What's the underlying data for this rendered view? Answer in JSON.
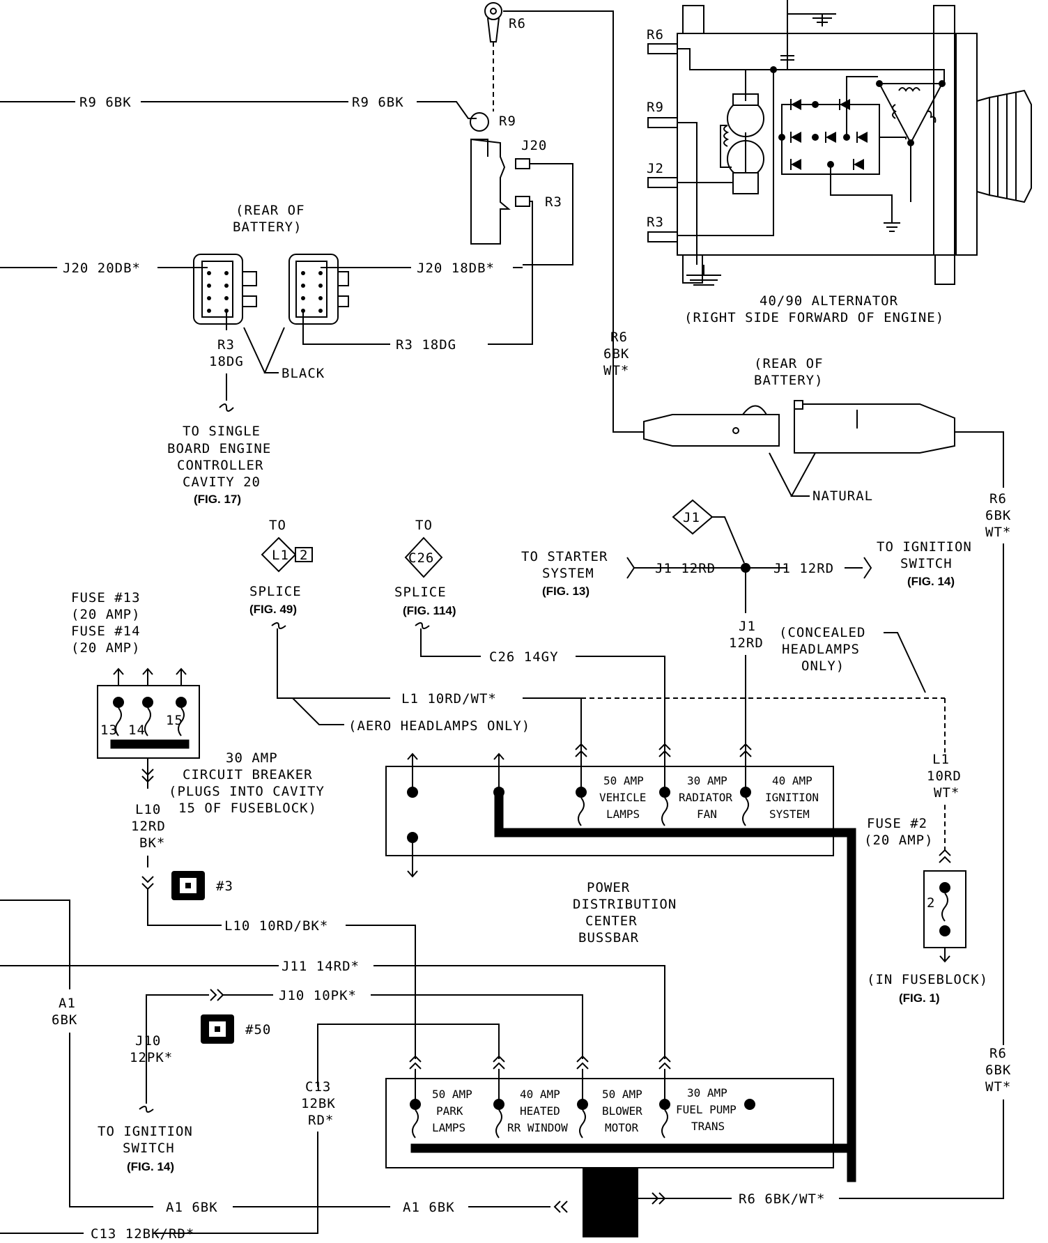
{
  "wires": {
    "r9_6bk": "R9 6BK",
    "r9": "R9",
    "r6": "R6",
    "r6_6bk_wt": "R6 6BK/WT*",
    "r6_a": "R6",
    "r6_b": "6BK",
    "r6_c": "WT*",
    "j20": "J20",
    "r3": "R3",
    "j20_20db": "J20 20DB*",
    "j20_18db": "J20 18DB*",
    "r3_18dg": "R3 18DG",
    "r3_a": "R3",
    "r3_b": "18DG",
    "j1": "J1",
    "j1_12rd": "J1 12RD",
    "j1_v_a": "J1",
    "j1_v_b": "12RD",
    "c26_14gy": "C26 14GY",
    "l1_10rdwt": "L1 10RD/WT*",
    "l1_a": "L1",
    "l1_b": "10RD",
    "l1_c": "WT*",
    "l10_a": "L10",
    "l10_b": "12RD",
    "l10_c": "BK*",
    "l10_10rdbk": "L10 10RD/BK*",
    "j11_14rd": "J11 14RD*",
    "j10_10pk": "J10 10PK*",
    "j10_a": "J10",
    "j10_b": "12PK*",
    "a1_a": "A1",
    "a1_b": "6BK",
    "a1_6bk": "A1 6BK",
    "c13_a": "C13",
    "c13_b": "12BK",
    "c13_c": "RD*",
    "c13_12bkrd": "C13 12BK/RD*"
  },
  "labels": {
    "rear_of": "(REAR OF",
    "battery": "BATTERY)",
    "black": "BLACK",
    "natural": "NATURAL",
    "alt_title": "40/90 ALTERNATOR",
    "alt_sub": "(RIGHT SIDE FORWARD OF ENGINE)",
    "to_single_1": "TO SINGLE",
    "to_single_2": "BOARD ENGINE",
    "to_single_3": "CONTROLLER",
    "to_single_4": "CAVITY 20",
    "fig17": "(FIG. 17)",
    "to": "TO",
    "splice": "SPLICE",
    "fig49": "(FIG. 49)",
    "fig114": "(FIG. 114)",
    "l1_splice": "L1",
    "l1_splice_num": "2",
    "c26_splice": "C26",
    "to_starter_1": "TO STARTER",
    "to_starter_2": "SYSTEM",
    "fig13": "(FIG. 13)",
    "to_ign_1": "TO IGNITION",
    "to_ign_2": "SWITCH",
    "fig14": "(FIG. 14)",
    "concealed_1": "(CONCEALED",
    "concealed_2": "HEADLAMPS",
    "concealed_3": "ONLY)",
    "aero": "(AERO HEADLAMPS ONLY)",
    "fuse13_1": "FUSE #13",
    "fuse13_2": "(20 AMP)",
    "fuse14_1": "FUSE #14",
    "fuse14_2": "(20 AMP)",
    "cb_1": "30 AMP",
    "cb_2": "CIRCUIT BREAKER",
    "cb_3": "(PLUGS INTO CAVITY",
    "cb_4": "15 OF FUSEBLOCK)",
    "fuse2_1": "FUSE #2",
    "fuse2_2": "(20 AMP)",
    "fuse2_num": "2",
    "in_fuseblock": "(IN FUSEBLOCK)",
    "fig1": "(FIG. 1)",
    "pdc_1": "POWER",
    "pdc_2": "DISTRIBUTION",
    "pdc_3": "CENTER",
    "pdc_4": "BUSSBAR",
    "conn3": "#3",
    "conn50": "#50",
    "ign_switch_1": "TO IGNITION",
    "ign_switch_2": "SWITCH",
    "fig14b": "(FIG. 14)",
    "alt_r6": "R6",
    "alt_r9": "R9",
    "alt_j2": "J2",
    "alt_r3": "R3",
    "fb_13": "13",
    "fb_14": "14",
    "fb_15": "15"
  },
  "fuses_upper": [
    {
      "a": "50 AMP",
      "b": "VEHICLE",
      "c": "LAMPS"
    },
    {
      "a": "30 AMP",
      "b": "RADIATOR",
      "c": "FAN"
    },
    {
      "a": "40 AMP",
      "b": "IGNITION",
      "c": "SYSTEM"
    }
  ],
  "fuses_lower": [
    {
      "a": "50 AMP",
      "b": "PARK",
      "c": "LAMPS"
    },
    {
      "a": "40 AMP",
      "b": "HEATED",
      "c": "RR WINDOW"
    },
    {
      "a": "50 AMP",
      "b": "BLOWER",
      "c": "MOTOR"
    },
    {
      "a": "30 AMP",
      "b": "FUEL PUMP",
      "c": "TRANS"
    }
  ]
}
